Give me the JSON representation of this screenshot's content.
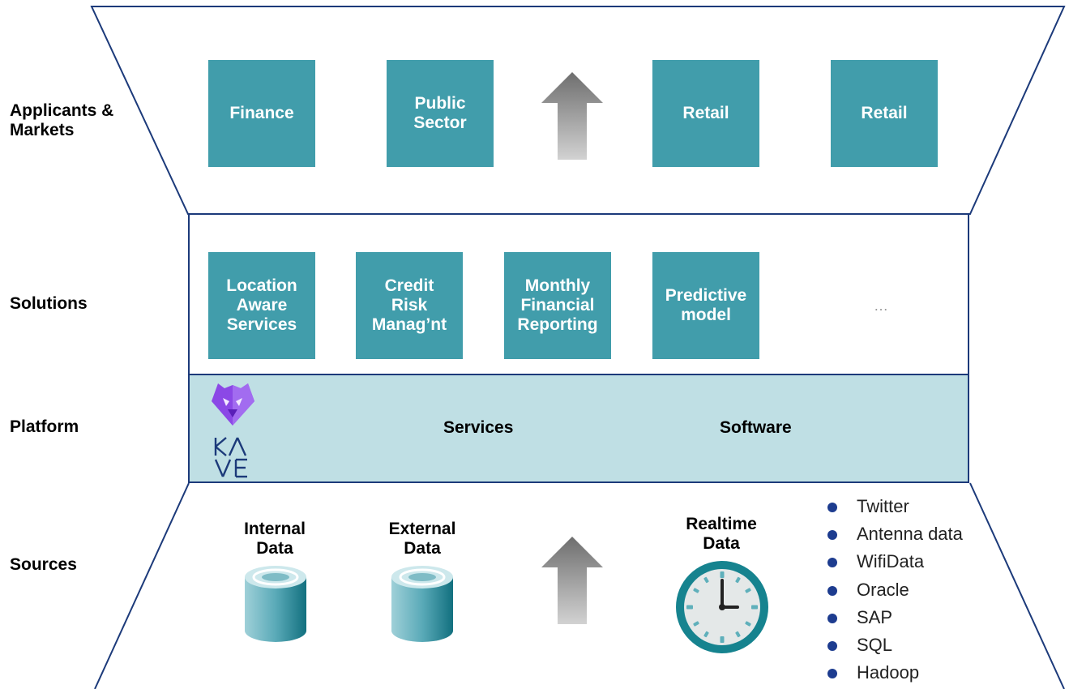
{
  "rows": {
    "applicants": "Applicants &\nMarkets",
    "solutions": "Solutions",
    "platform": "Platform",
    "sources": "Sources"
  },
  "markets": [
    "Finance",
    "Public\nSector",
    "Retail",
    "Retail"
  ],
  "solutions": [
    "Location\nAware\nServices",
    "Credit\nRisk\nManag’nt",
    "Monthly\nFinancial\nReporting",
    "Predictive\nmodel"
  ],
  "solutions_more": "…",
  "platform": {
    "logo_text": "KAVE",
    "services": "Services",
    "software": "Software"
  },
  "sources": {
    "internal": "Internal\nData",
    "external": "External\nData",
    "realtime": "Realtime\nData",
    "list": [
      "Twitter",
      "Antenna data",
      "WifiData",
      "Oracle",
      "SAP",
      "SQL",
      "Hadoop"
    ]
  },
  "colors": {
    "tile": "#419dab",
    "platform_band": "#bfdfe4",
    "outline": "#1c3a7a",
    "bullet": "#1d3c8f",
    "logo": "#8b48e6"
  },
  "icons": [
    "up-arrow-icon",
    "database-icon",
    "clock-icon",
    "kave-logo-icon"
  ]
}
